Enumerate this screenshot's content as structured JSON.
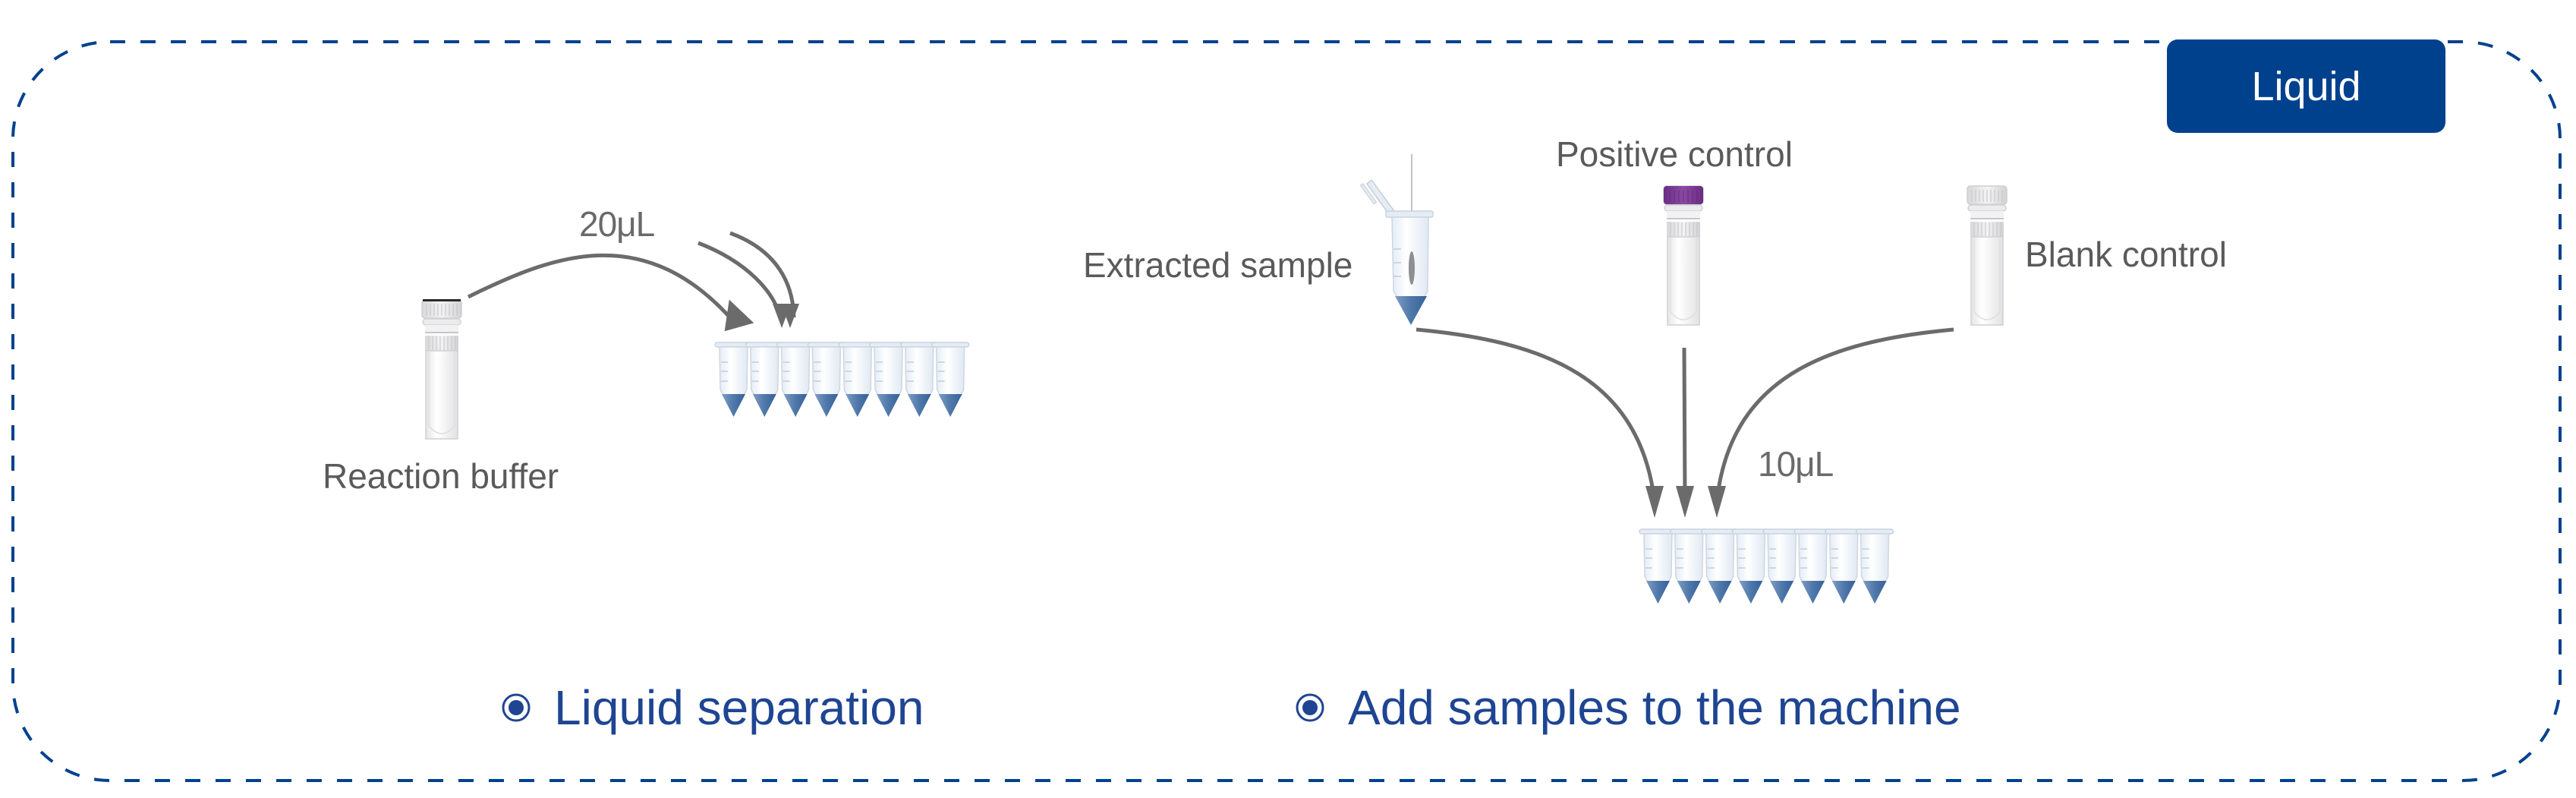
{
  "badge": {
    "label": "Liquid"
  },
  "colors": {
    "border": "#00418e",
    "badge_bg": "#00418e",
    "step_title": "#1e4592",
    "label_text": "#5a5a5a",
    "arrow": "#6b6b6b",
    "liquid": "#4f78aa",
    "positive_cap": "#7a3a92"
  },
  "left_panel": {
    "source_label": "Reaction buffer",
    "volume_label": "20μL",
    "strip_tube_count": 8,
    "step_title": "Liquid separation",
    "bullet_icon": "circled-dot-icon"
  },
  "right_panel": {
    "sources": [
      {
        "label": "Extracted sample",
        "icon": "swab-sample-tube-icon"
      },
      {
        "label": "Positive control",
        "icon": "purple-cap-tube-icon"
      },
      {
        "label": "Blank control",
        "icon": "screw-cap-tube-icon"
      }
    ],
    "volume_label": "10μL",
    "strip_tube_count": 8,
    "step_title": "Add samples to the machine",
    "bullet_icon": "circled-dot-icon"
  }
}
